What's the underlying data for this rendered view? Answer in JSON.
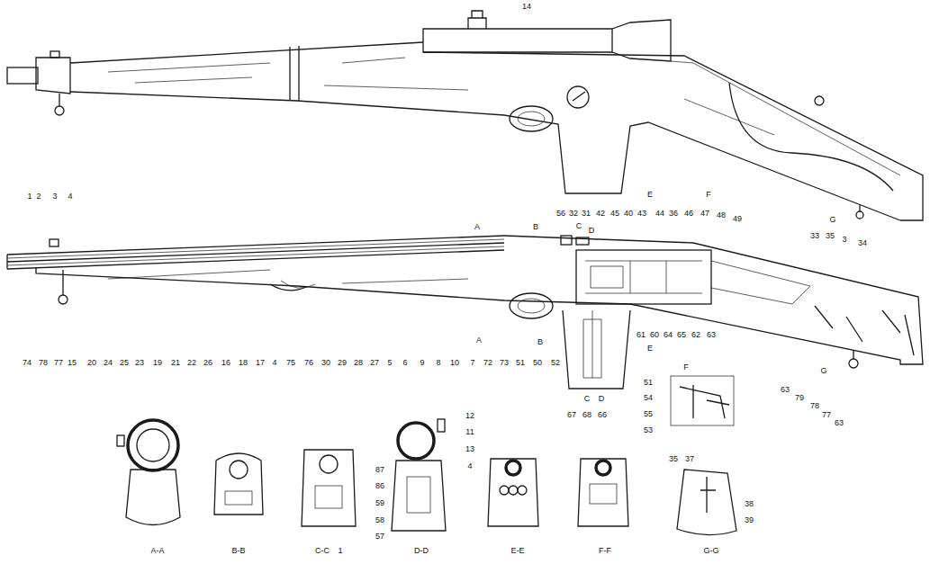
{
  "diagram": {
    "labels": [
      "14",
      "1",
      "2",
      "3",
      "4",
      "56",
      "32",
      "31",
      "42",
      "45",
      "40",
      "43",
      "44",
      "36",
      "46",
      "47",
      "48",
      "49",
      "E",
      "F",
      "G",
      "A",
      "B",
      "C",
      "D",
      "33",
      "35",
      "3",
      "34",
      "74",
      "78",
      "77",
      "15",
      "20",
      "24",
      "25",
      "23",
      "19",
      "21",
      "22",
      "26",
      "16",
      "18",
      "17",
      "4",
      "75",
      "76",
      "30",
      "29",
      "28",
      "27",
      "5",
      "6",
      "9",
      "8",
      "10",
      "7",
      "72",
      "73",
      "51",
      "50",
      "52",
      "A",
      "B",
      "61",
      "60",
      "64",
      "65",
      "62",
      "63",
      "E",
      "F",
      "51",
      "54",
      "55",
      "53",
      "C",
      "D",
      "67",
      "68",
      "66",
      "G",
      "63",
      "79",
      "78",
      "77",
      "63",
      "12",
      "11",
      "13",
      "4",
      "87",
      "86",
      "59",
      "58",
      "57",
      "35",
      "37",
      "38",
      "39",
      "A-A",
      "B-B",
      "C-C",
      "1",
      "D-D",
      "E-E",
      "F-F",
      "G-G"
    ]
  }
}
